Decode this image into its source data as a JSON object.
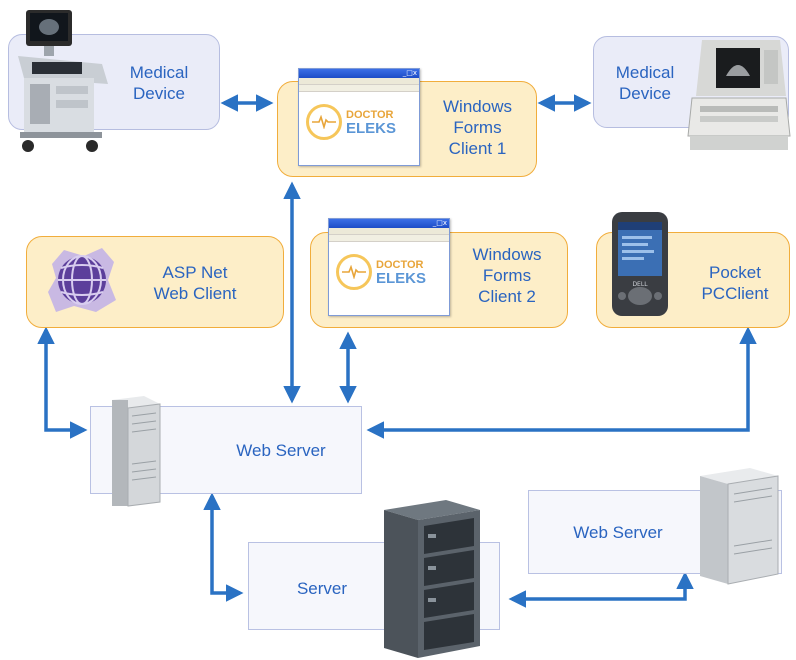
{
  "nodes": {
    "medical_device_left": "Medical\nDevice",
    "medical_device_right": "Medical\nDevice",
    "wf_client_1": "Windows\nForms\nClient 1",
    "wf_client_2": "Windows\nForms\nClient 2",
    "asp_client": "ASP Net\nWeb Client",
    "pocket_client": "Pocket\nPCClient",
    "web_server_main": "Web Server",
    "web_server_secondary": "Web Server",
    "server": "Server"
  },
  "logo": {
    "line1": "DOCTOR",
    "line2": "ELEKS"
  },
  "window_controls": "_□x",
  "pda_brand": "DELL",
  "colors": {
    "label": "#2a64c0",
    "arrow": "#2a72c4",
    "client_box": "#fdeec8",
    "client_border": "#f1ad3c",
    "device_box": "#eaecf8"
  }
}
